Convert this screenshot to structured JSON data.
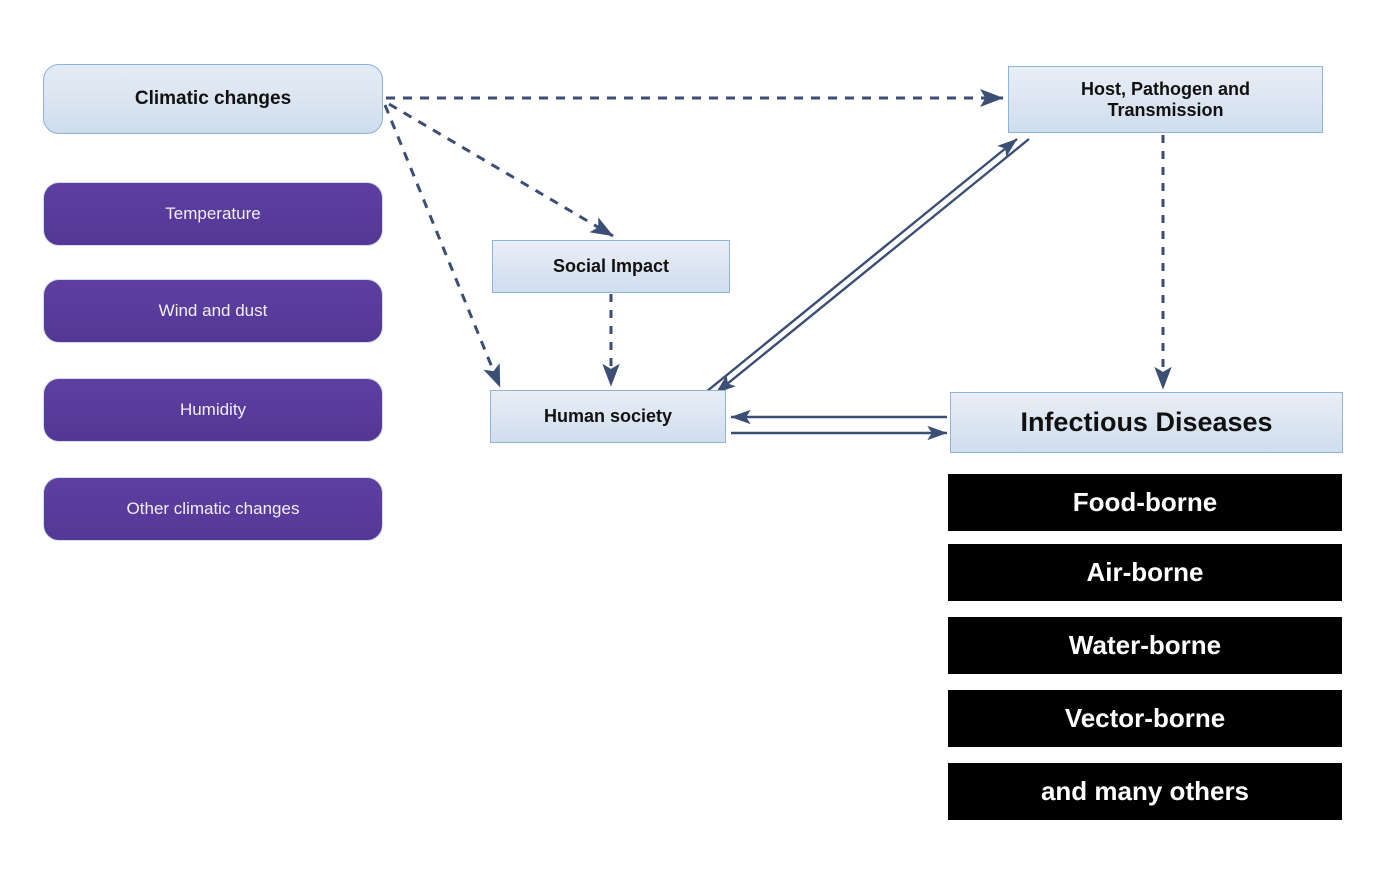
{
  "diagram": {
    "title": "Climatic changes and infectious diseases conceptual diagram",
    "colors": {
      "blue_box_fill": "#dbe5f1",
      "blue_box_border": "#8fb4da",
      "purple_box_fill": "#5c3e9e",
      "purple_box_text": "#f2eefb",
      "black_box_fill": "#000000",
      "black_box_text": "#ffffff",
      "arrow_color": "#3b4e73",
      "background": "#ffffff"
    },
    "nodes": {
      "climatic_changes": {
        "label": "Climatic changes"
      },
      "host_pathogen": {
        "label_line1": "Host, Pathogen and",
        "label_line2": "Transmission"
      },
      "social_impact": {
        "label": "Social Impact"
      },
      "human_society": {
        "label": "Human society"
      },
      "infectious_diseases": {
        "label": "Infectious Diseases"
      }
    },
    "climate_factors": [
      {
        "label": "Temperature"
      },
      {
        "label": "Wind and dust"
      },
      {
        "label": "Humidity"
      },
      {
        "label": "Other climatic changes"
      }
    ],
    "disease_types": [
      {
        "label": "Food-borne"
      },
      {
        "label": "Air-borne"
      },
      {
        "label": "Water-borne"
      },
      {
        "label": "Vector-borne"
      },
      {
        "label": "and many others"
      }
    ],
    "edges": [
      {
        "from": "Climatic changes",
        "to": "Host, Pathogen and Transmission",
        "style": "dashed",
        "direction": "one-way"
      },
      {
        "from": "Climatic changes",
        "to": "Social Impact",
        "style": "dashed",
        "direction": "one-way"
      },
      {
        "from": "Climatic changes",
        "to": "Human society",
        "style": "dashed",
        "direction": "one-way"
      },
      {
        "from": "Social Impact",
        "to": "Human society",
        "style": "dashed",
        "direction": "one-way"
      },
      {
        "from": "Host, Pathogen and Transmission",
        "to": "Infectious Diseases",
        "style": "dashed",
        "direction": "one-way"
      },
      {
        "from": "Human society",
        "to": "Host, Pathogen and Transmission",
        "style": "solid",
        "direction": "two-way"
      },
      {
        "from": "Human society",
        "to": "Infectious Diseases",
        "style": "solid",
        "direction": "two-way"
      }
    ]
  }
}
